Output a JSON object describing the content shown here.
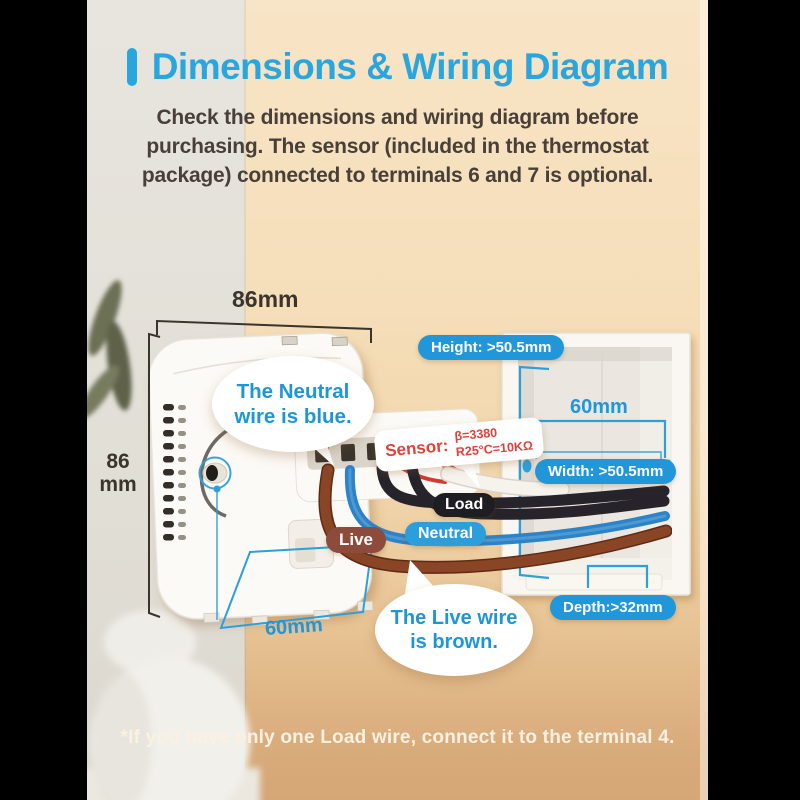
{
  "header": {
    "title": "Dimensions & Wiring Diagram",
    "subtitle_lines": [
      "Check the dimensions and wiring diagram before",
      "purchasing. The sensor (included in the thermostat",
      "package) connected to terminals 6 and 7 is optional."
    ]
  },
  "device_dimensions": {
    "width_label": "86mm",
    "height_label": "86\nmm",
    "depth_label": "60mm"
  },
  "wall_box": {
    "height_label": "Height: >50.5mm",
    "width_label": "Width: >50.5mm",
    "depth_label": "Depth:>32mm",
    "opening_width_label": "60mm"
  },
  "wire_labels": {
    "load": "Load",
    "neutral": "Neutral",
    "live": "Live"
  },
  "callouts": {
    "neutral_bubble_lines": [
      "The Neutral",
      "wire is blue."
    ],
    "live_bubble_lines": [
      "The Live wire",
      "is brown."
    ],
    "sensor_title": "Sensor:",
    "sensor_beta": "β=3380",
    "sensor_r25": "R25°C=10KΩ"
  },
  "footer": {
    "note": "*If you have only one Load wire, connect it to the terminal 4."
  },
  "colors": {
    "title_blue": "#2AA6DF",
    "annotation_blue": "#2196D9",
    "wall_tan": "#F5DEB9",
    "wall_gray": "#E2DFD7",
    "load_black": "#1E1D21",
    "neutral_blue": "#2D9EDC",
    "live_brown": "#8C4B3B",
    "wire_blue": "#2E83C6",
    "wire_brown": "#8A4526",
    "sensor_red": "#E0413A"
  }
}
